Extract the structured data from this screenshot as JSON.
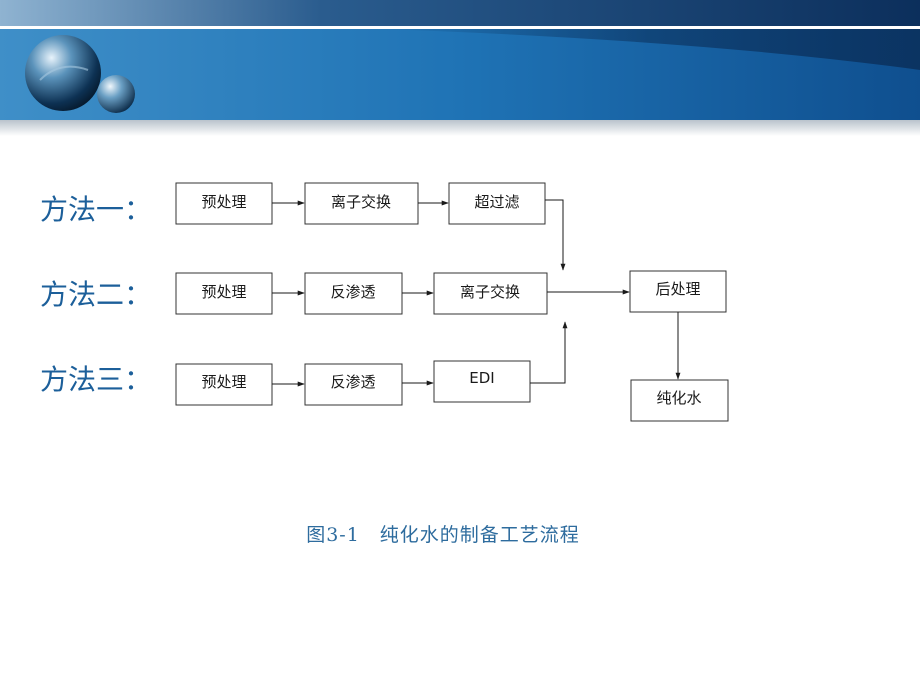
{
  "methods": [
    {
      "label": "方法一：",
      "steps": [
        "预处理",
        "离子交换",
        "超过滤"
      ]
    },
    {
      "label": "方法二：",
      "steps": [
        "预处理",
        "反渗透",
        "离子交换"
      ]
    },
    {
      "label": "方法三：",
      "steps": [
        "预处理",
        "反渗透",
        "EDI"
      ]
    }
  ],
  "post_treatment": "后处理",
  "product": "纯化水",
  "caption": "图3-1　纯化水的制备工艺流程",
  "colors": {
    "banner_dark": "#0e3a6a",
    "banner_mid": "#1a6fae",
    "accent_text": "#1c5f9a"
  }
}
